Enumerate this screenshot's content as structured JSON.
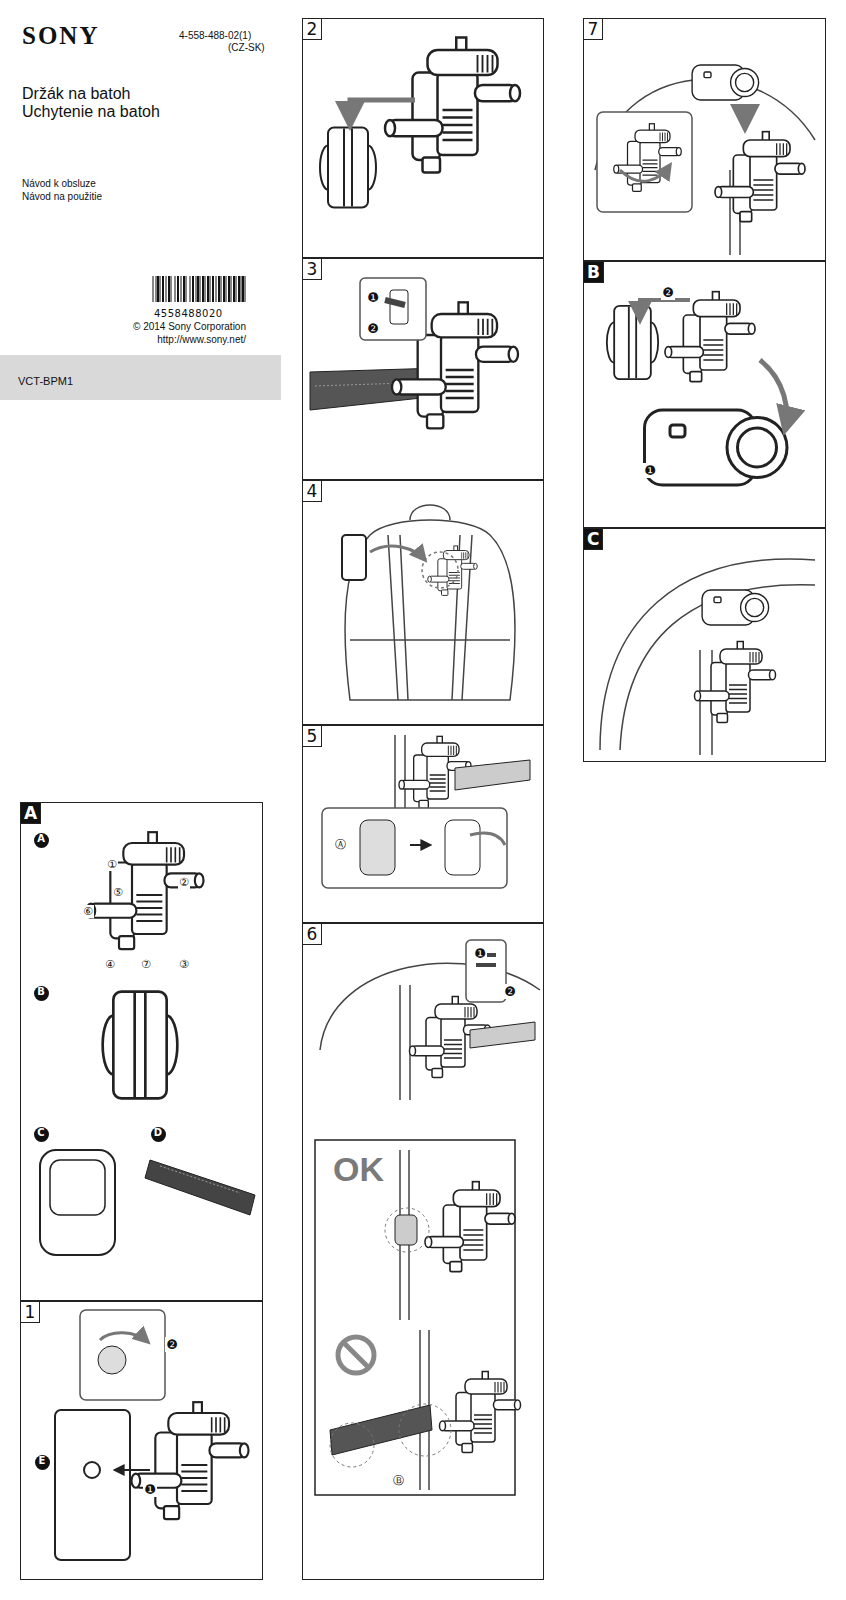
{
  "diagram": {
    "nodes": [
      {
        "text": [
          "A"
        ]
      },
      {
        "text": [
          "1"
        ]
      },
      {
        "text": [
          "2"
        ]
      },
      {
        "text": [
          "3"
        ]
      },
      {
        "text": [
          "4"
        ]
      },
      {
        "text": [
          "5"
        ]
      },
      {
        "text": [
          "6"
        ]
      },
      {
        "text": [
          "7"
        ]
      },
      {
        "text": [
          "B"
        ]
      },
      {
        "text": [
          "C"
        ]
      }
    ],
    "labels": [
      "SONY",
      "4-558-488-02(1)",
      "(CZ-SK)",
      "Držák na batoh",
      "Uchytenie na batoh",
      "Návod k obsluze",
      "Návod na použitie",
      "4558488020",
      "© 2014 Sony Corporation",
      "http://www.sony.net/",
      "VCT-BPM1",
      "A",
      "①",
      "②",
      "③",
      "④",
      "⑤",
      "⑥",
      "⑦",
      "B",
      "C",
      "D",
      "❷",
      "E",
      "❶",
      "❶",
      "❷",
      "Ⓐ",
      "❶",
      "❷",
      "OK",
      "Ⓑ",
      "❷",
      "❶"
    ]
  }
}
